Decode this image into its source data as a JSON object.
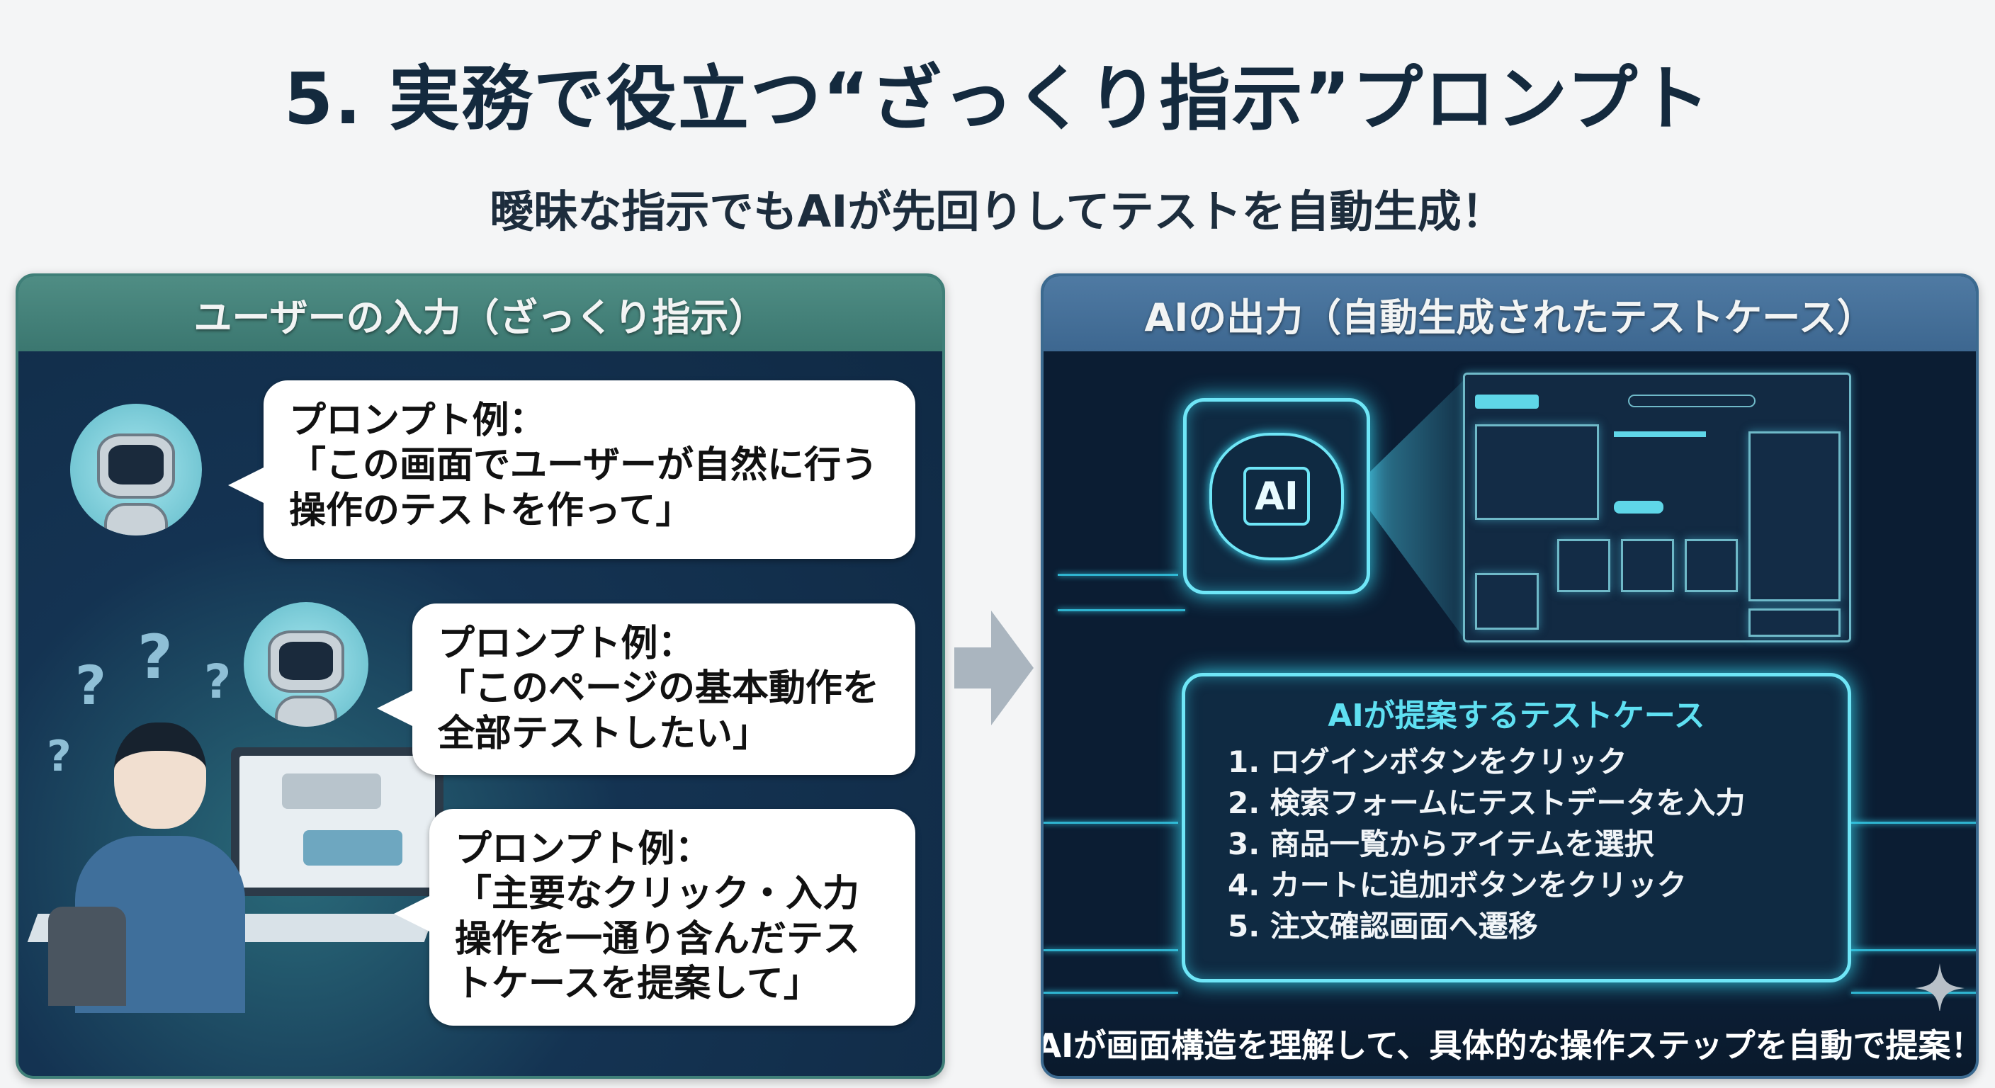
{
  "title": "5. 実務で役立つ“ざっくり指示”プロンプト",
  "subtitle": "曖昧な指示でもAIが先回りしてテストを自動生成！",
  "left_panel": {
    "header": "ユーザーの入力（ざっくり指示）",
    "prompts": [
      {
        "label": "プロンプト例：",
        "text": "「この画面でユーザーが自然に行う操作のテストを作って」"
      },
      {
        "label": "プロンプト例：",
        "text": "「このページの基本動作を全部テストしたい」"
      },
      {
        "label": "プロンプト例：",
        "text": "「主要なクリック・入力操作を一通り含んだテストケースを提案して」"
      }
    ],
    "question_marks": [
      "?",
      "?",
      "?",
      "?"
    ]
  },
  "right_panel": {
    "header": "AIの出力（自動生成されたテストケース）",
    "chip_label": "AI",
    "test_cases_title": "AIが提案するテストケース",
    "test_cases": [
      "1.  ログインボタンをクリック",
      "2.  検索フォームにテストデータを入力",
      "3.  商品一覧からアイテムを選択",
      "4.  カートに追加ボタンをクリック",
      "5.  注文確認画面へ遷移"
    ],
    "footer": "AIが画面構造を理解して、具体的な操作ステップを自動で提案！"
  },
  "colors": {
    "title": "#142a3e",
    "left_header": "#4f8d84",
    "right_header": "#4f7aa3",
    "glow": "#5fe0f2"
  }
}
